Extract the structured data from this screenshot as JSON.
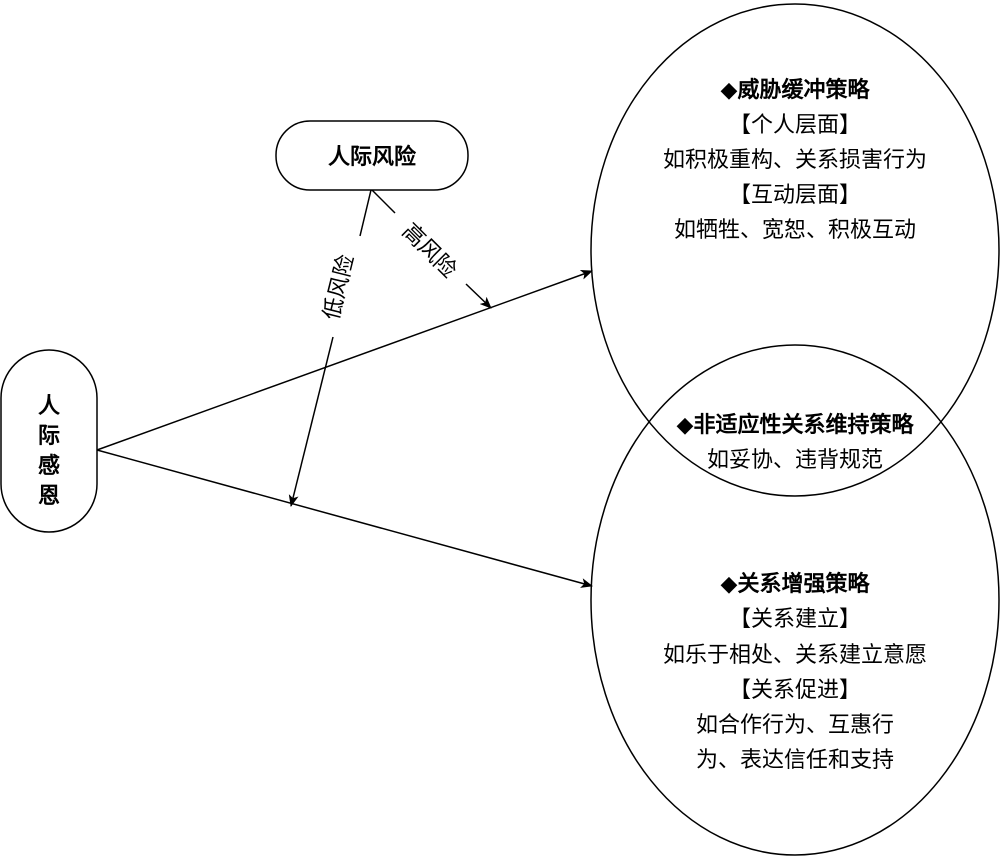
{
  "nodes": {
    "gratitude": [
      "人",
      "际",
      "感",
      "恩"
    ],
    "risk": "人际风险"
  },
  "edges": {
    "low_risk": "低风险",
    "high_risk": "高风险"
  },
  "threat_buffer": {
    "title": "◆威胁缓冲策略",
    "lines": [
      "【个人层面】",
      "如积极重构、关系损害行为",
      "【互动层面】",
      "如牺牲、宽恕、积极互动"
    ]
  },
  "maladaptive": {
    "title": "◆非适应性关系维持策略",
    "lines": [
      "如妥协、违背规范"
    ]
  },
  "enhancement": {
    "title": "◆关系增强策略",
    "lines": [
      "【关系建立】",
      "如乐于相处、关系建立意愿",
      "【关系促进】",
      "如合作行为、互惠行",
      "为、表达信任和支持"
    ]
  }
}
